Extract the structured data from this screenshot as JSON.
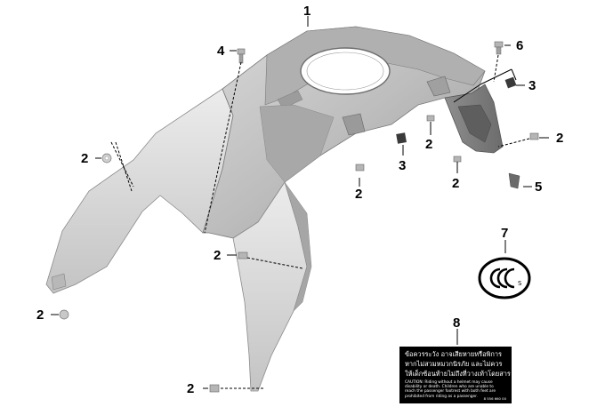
{
  "diagram": {
    "callouts": [
      {
        "id": "c1",
        "text": "1"
      },
      {
        "id": "c2a",
        "text": "2"
      },
      {
        "id": "c2b",
        "text": "2"
      },
      {
        "id": "c2c",
        "text": "2"
      },
      {
        "id": "c2d",
        "text": "2"
      },
      {
        "id": "c2e",
        "text": "2"
      },
      {
        "id": "c2f",
        "text": "2"
      },
      {
        "id": "c2g",
        "text": "2"
      },
      {
        "id": "c2h",
        "text": "2"
      },
      {
        "id": "c3a",
        "text": "3"
      },
      {
        "id": "c3b",
        "text": "3"
      },
      {
        "id": "c4",
        "text": "4"
      },
      {
        "id": "c5",
        "text": "5"
      },
      {
        "id": "c6",
        "text": "6"
      },
      {
        "id": "c7",
        "text": "7"
      },
      {
        "id": "c8",
        "text": "8"
      }
    ],
    "warning_label": {
      "thai_lines": [
        "ข้อควรระวัง อาจเสียหายหรือพิการ",
        "หากไม่สวมหมวกนิรภัย และไม่ควร",
        "ให้เด็กซ้อนท้ายไม่ถึงที่วางเท้าโดยสาร"
      ],
      "english_text": "CAUTION: Riding without a helmet may cause\ndisability or death. Children who are unable to\nreach the passenger footrest with both feet are\nprohibited from riding as a passenger.",
      "part_code": "8 556 660 00"
    },
    "ccc_mark": {
      "letters": "CCC",
      "suffix": "S"
    }
  }
}
